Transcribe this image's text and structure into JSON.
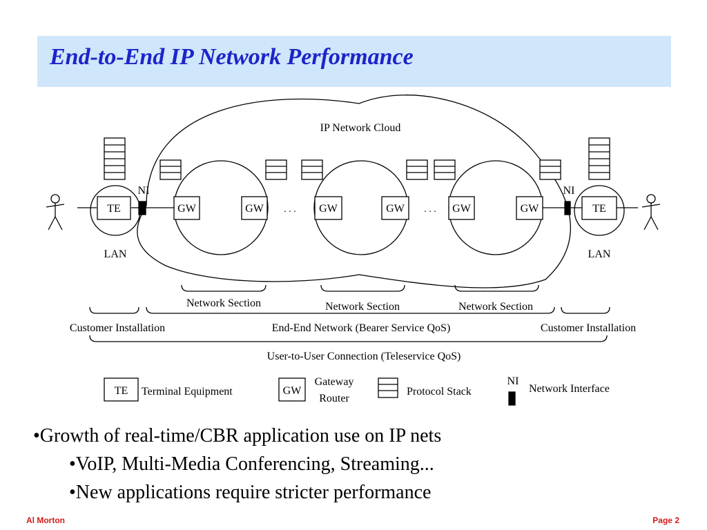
{
  "title": "End-to-End IP Network Performance",
  "colors": {
    "title_bar": "#cfe6fb",
    "title_text": "#1d24c8",
    "footer_text": "#d21a1a"
  },
  "diagram": {
    "cloud_label": "IP Network Cloud",
    "te_label": "TE",
    "gw_label": "GW",
    "ni_label": "NI",
    "lan_label": "LAN",
    "ellipsis": ". . .",
    "network_section": "Network Section",
    "customer_installation": "Customer Installation",
    "end_end_network": "End-End Network (Bearer Service QoS)",
    "user_to_user": "User-to-User Connection (Teleservice QoS)"
  },
  "legend": {
    "te_box": "TE",
    "te_text": "Terminal Equipment",
    "gw_box": "GW",
    "gw_text_line1": "Gateway",
    "gw_text_line2": "Router",
    "stack_text": "Protocol Stack",
    "ni_label": "NI",
    "ni_text": "Network Interface"
  },
  "bullets": [
    "•Growth of real-time/CBR application use on IP nets",
    "•VoIP, Multi-Media Conferencing, Streaming...",
    "•New applications require stricter performance"
  ],
  "footer": {
    "author": "Al Morton",
    "page": "Page 2"
  }
}
